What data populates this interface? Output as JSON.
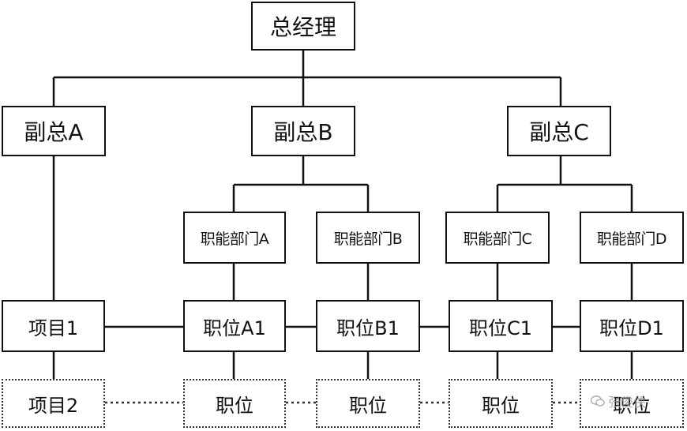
{
  "org": {
    "ceo": "总经理",
    "vp_a": "副总A",
    "vp_b": "副总B",
    "vp_c": "副总C",
    "dept_a": "职能部门A",
    "dept_b": "职能部门B",
    "dept_c": "职能部门C",
    "dept_d": "职能部门D",
    "project_1": "项目1",
    "pos_a1": "职位A1",
    "pos_b1": "职位B1",
    "pos_c1": "职位C1",
    "pos_d1": "职位D1",
    "project_2": "项目2",
    "pos_a": "职位",
    "pos_b": "职位",
    "pos_c": "职位",
    "pos_d": "职位"
  },
  "watermark": {
    "text": "张俊侠",
    "icon": "wechat-icon"
  }
}
